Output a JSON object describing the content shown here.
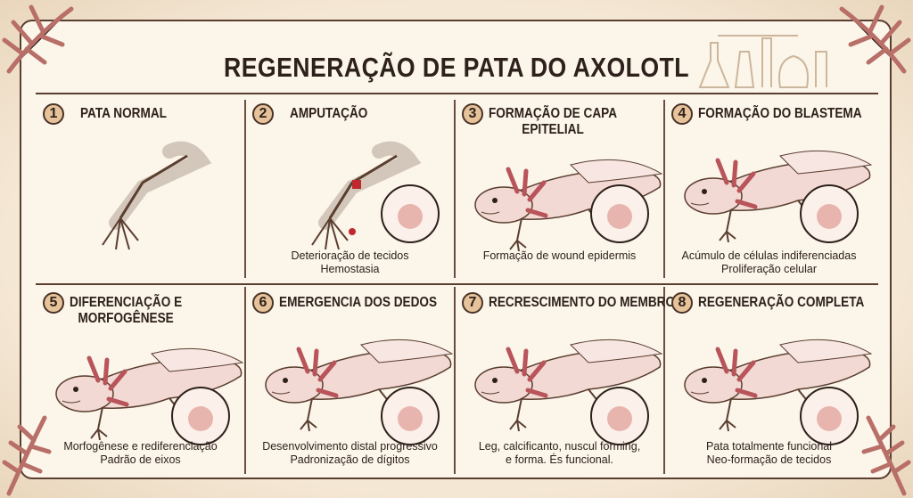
{
  "title": "REGENERAÇÃO DE PATA DO AXOLOTL",
  "panels": [
    {
      "num": "1",
      "title": "PATA NORMAL",
      "caption": [
        "",
        ""
      ]
    },
    {
      "num": "2",
      "title": "AMPUTAÇÃO",
      "caption": [
        "Deterioração de tecidos",
        "Hemostasia"
      ]
    },
    {
      "num": "3",
      "title": "FORMAÇÃO DE CAPA\nEPITELIAL",
      "caption": [
        "Formação de wound epidermis",
        ""
      ]
    },
    {
      "num": "4",
      "title": "FORMAÇÃO DO BLASTEMA",
      "caption": [
        "Acúmulo de células indiferenciadas",
        "Proliferação celular"
      ]
    },
    {
      "num": "5",
      "title": "DIFERENCIAÇÃO E\nMORFOGÊNESE",
      "caption": [
        "Morfogênese e rediferenciação",
        "Padrão de eixos"
      ]
    },
    {
      "num": "6",
      "title": "EMERGENCIA DOS DEDOS",
      "caption": [
        "Desenvolvimento distal progressivo",
        "Padronização de dígitos"
      ]
    },
    {
      "num": "7",
      "title": "RECRESCIMENTO DO MEMBRO",
      "caption": [
        "Leg, calcificanto, nuscul forming,",
        "e forma. És funcional."
      ]
    },
    {
      "num": "8",
      "title": "REGENERAÇÃO COMPLETA",
      "caption": [
        "Pata totalmente funcional",
        "Neo-formação de tecidos"
      ]
    }
  ],
  "colors": {
    "ink": "#2e211b",
    "badge": "#e6c39a",
    "axolotl": "#f3d9d3",
    "gills": "#b8545a",
    "blood": "#c0282d"
  }
}
